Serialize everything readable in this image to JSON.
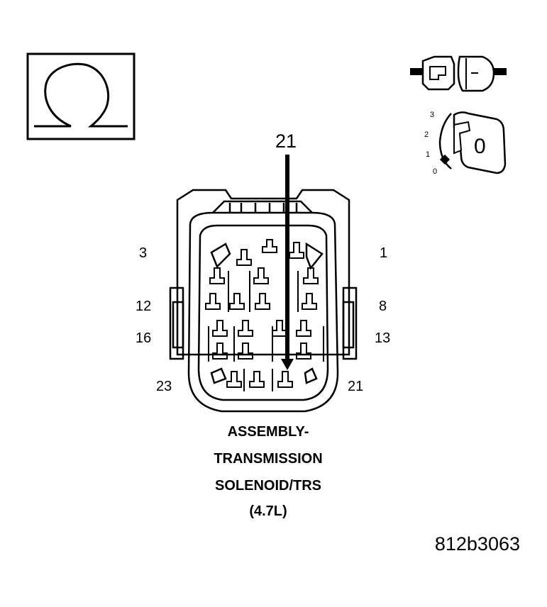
{
  "meter_icon": {
    "symbol": "ohm-icon"
  },
  "key_icon": {
    "positions": [
      "3",
      "2",
      "1",
      "0"
    ],
    "selected": "0"
  },
  "probe_pin": "21",
  "pin_labels": {
    "top_left": "3",
    "top_right": "1",
    "mid_left": "12",
    "mid_right": "8",
    "lower_left": "16",
    "lower_right": "13",
    "bottom_left": "23",
    "bottom_right": "21"
  },
  "caption": [
    "ASSEMBLY-",
    "TRANSMISSION",
    "SOLENOID/TRS",
    "(4.7L)"
  ],
  "figure_id": "812b3063"
}
